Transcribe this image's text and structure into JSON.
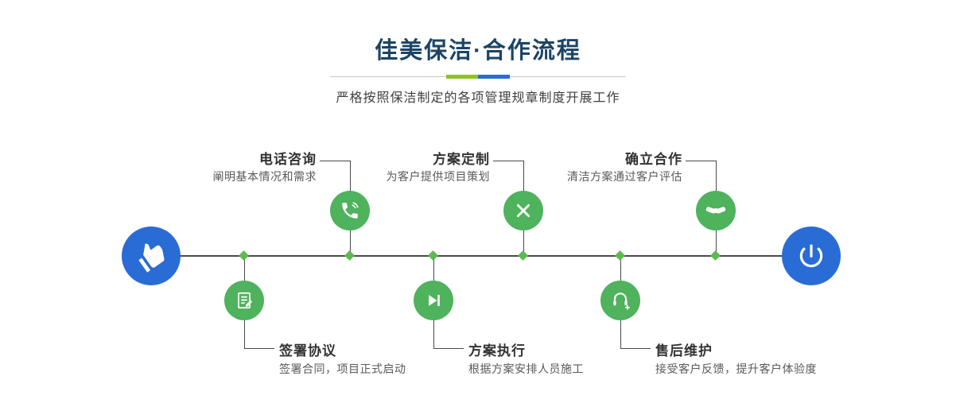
{
  "header": {
    "title": "佳美保洁·合作流程",
    "subtitle": "严格按照保洁制定的各项管理规章制度开展工作"
  },
  "colors": {
    "title_navy": "#1b4466",
    "accent_green": "#8fc31f",
    "accent_blue": "#2a6cd5",
    "node_green": "#4fb25c",
    "node_blue": "#2a6cd5",
    "diamond_green": "#5cbb4e"
  },
  "timeline": {
    "start_icon": "hand-pointer-icon",
    "end_icon": "power-icon",
    "top_steps": [
      {
        "label": "电话咨询",
        "desc": "阐明基本情况和需求",
        "icon": "phone-icon"
      },
      {
        "label": "方案定制",
        "desc": "为客户提供项目策划",
        "icon": "design-tools-icon"
      },
      {
        "label": "确立合作",
        "desc": "清洁方案通过客户评估",
        "icon": "handshake-icon"
      }
    ],
    "bottom_steps": [
      {
        "label": "签署协议",
        "desc": "签署合同，项目正式启动",
        "icon": "contract-icon"
      },
      {
        "label": "方案执行",
        "desc": "根据方案安排人员施工",
        "icon": "play-icon"
      },
      {
        "label": "售后维护",
        "desc": "接受客户反馈，提升客户体验度",
        "icon": "customer-support-icon"
      }
    ]
  }
}
